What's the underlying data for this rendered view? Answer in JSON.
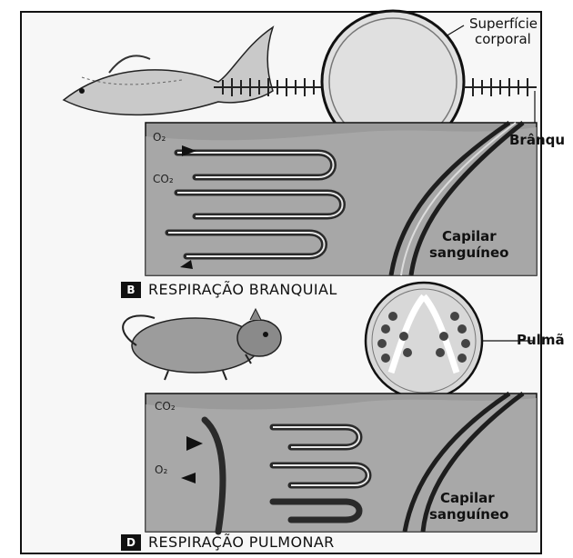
{
  "panel_b": {
    "tag": "B",
    "caption": "RESPIRAÇÃO BRANQUIAL",
    "label_surface": "Superfície corporal",
    "label_surface_line1": "Superfície",
    "label_surface_line2": "corporal",
    "label_gills": "Brânqu",
    "label_capillary_line1": "Capilar",
    "label_capillary_line2": "sanguíneo",
    "gas_o2": "O₂",
    "gas_co2": "CO₂"
  },
  "panel_d": {
    "tag": "D",
    "caption": "RESPIRAÇÃO PULMONAR",
    "label_lung": "Pulmã",
    "label_capillary_line1": "Capilar",
    "label_capillary_line2": "sanguíneo",
    "gas_co2": "CO₂",
    "gas_o2": "O₂"
  },
  "colors": {
    "ink": "#111111",
    "tissue": "#8a8a8a",
    "dark": "#3a3a3a"
  }
}
